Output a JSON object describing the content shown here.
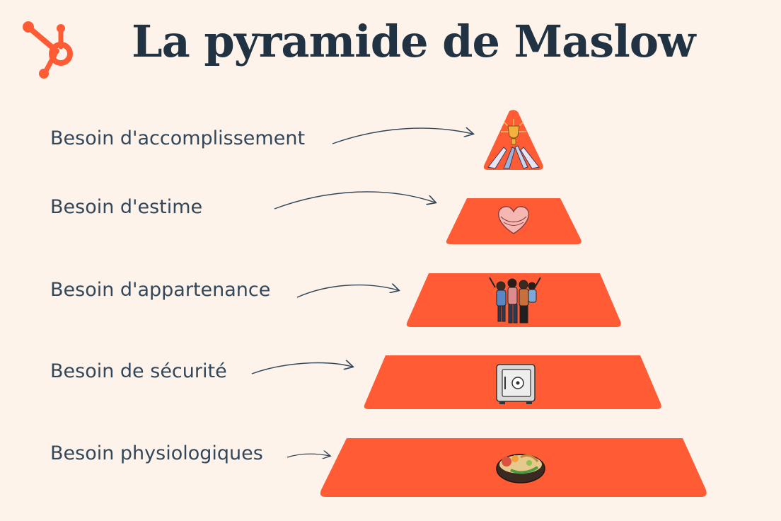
{
  "title": "La pyramide de Maslow",
  "brand_logo": "hubspot-sprocket-logo",
  "colors": {
    "background": "#fdf3ea",
    "tier_fill": "#ff5c35",
    "title_text": "#213343",
    "label_text": "#33475b"
  },
  "levels": [
    {
      "label": "Besoin d'accomplissement",
      "icon": "trophy-hands-icon"
    },
    {
      "label": "Besoin d'estime",
      "icon": "heart-hug-icon"
    },
    {
      "label": "Besoin d'appartenance",
      "icon": "friends-group-icon"
    },
    {
      "label": "Besoin de sécurité",
      "icon": "safe-icon"
    },
    {
      "label": "Besoin physiologiques",
      "icon": "food-bowl-icon"
    }
  ]
}
